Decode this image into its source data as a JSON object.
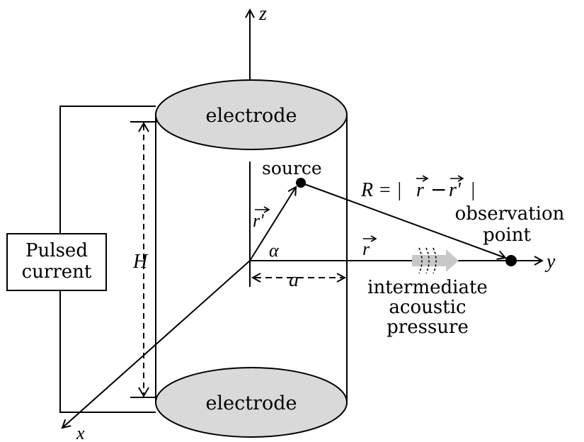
{
  "colors": {
    "stroke": "#000000",
    "electrode_fill": "#d9d9d9",
    "arrow_grey": "#c8c8c8",
    "background": "#ffffff"
  },
  "labels": {
    "z_axis": "z",
    "y_axis": "y",
    "x_axis": "x",
    "electrode_top": "electrode",
    "electrode_bottom": "electrode",
    "source": "source",
    "r_prime": "r'",
    "r_vec": "r",
    "alpha": "α",
    "a": "a",
    "H": "H",
    "R_eq_lhs": "R = |",
    "R_eq_r": "r",
    "R_eq_minus": "−",
    "R_eq_rp": "r'",
    "R_eq_rhs": "|",
    "observation_line1": "observation",
    "observation_line2": "point",
    "intermediate_line1": "intermediate",
    "intermediate_line2": "acoustic",
    "intermediate_line3": "pressure",
    "pulsed_line1": "Pulsed",
    "pulsed_line2": "current"
  }
}
